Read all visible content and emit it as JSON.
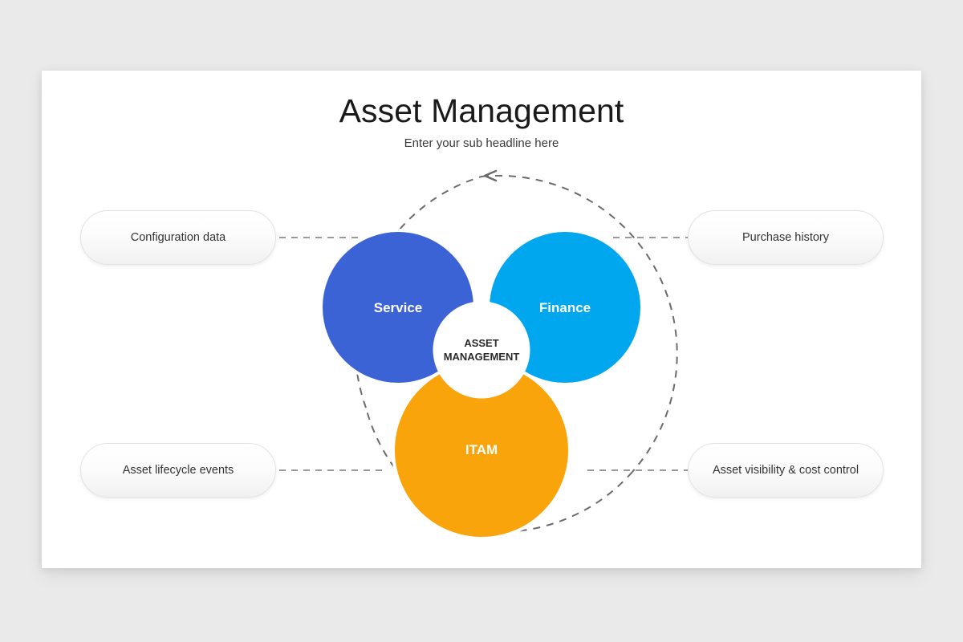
{
  "background_color": "#eaeaea",
  "card": {
    "background": "#ffffff"
  },
  "header": {
    "title": "Asset Management",
    "subtitle": "Enter your sub headline here"
  },
  "diagram": {
    "type": "venn-3-circle",
    "center_label_line1": "ASSET",
    "center_label_line2": "MANAGEMENT",
    "center_circle_fill": "#ffffff",
    "orbit": {
      "style": "dashed-circle",
      "color": "#6b6b6b",
      "arrow_top_direction": "left",
      "arrow_bottom_direction": "right"
    },
    "circles": [
      {
        "label": "Service",
        "color": "#3b63d6",
        "position": "left"
      },
      {
        "label": "Finance",
        "color": "#00a6ee",
        "position": "right"
      },
      {
        "label": "ITAM",
        "color": "#f9a40a",
        "position": "bottom"
      }
    ],
    "overlaps": [
      {
        "name": "service-finance",
        "color": "#2b3e9e"
      },
      {
        "name": "service-itam",
        "color": "#c07d05"
      },
      {
        "name": "finance-itam",
        "color": "#1277ab"
      }
    ]
  },
  "callouts": [
    {
      "id": "configuration-data",
      "label": "Configuration data",
      "side": "left",
      "row": "top"
    },
    {
      "id": "asset-lifecycle-events",
      "label": "Asset lifecycle events",
      "side": "left",
      "row": "bottom"
    },
    {
      "id": "purchase-history",
      "label": "Purchase history",
      "side": "right",
      "row": "top"
    },
    {
      "id": "asset-visibility-cost-control",
      "label": "Asset visibility & cost control",
      "side": "right",
      "row": "bottom"
    }
  ],
  "connectors": {
    "style": "dashed",
    "color": "#9a9a9a"
  }
}
